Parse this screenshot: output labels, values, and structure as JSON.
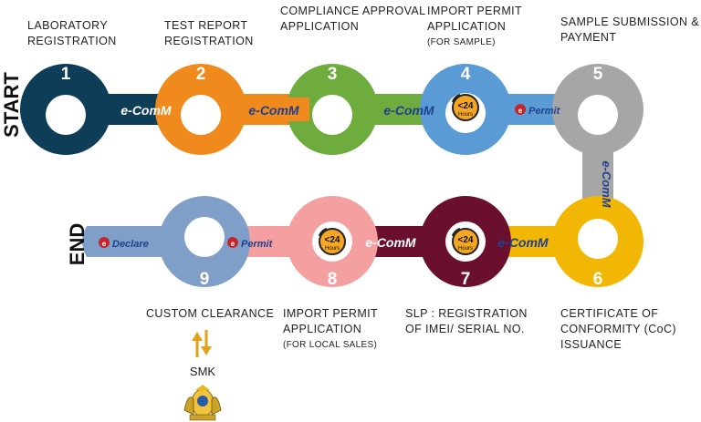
{
  "start_label": "START",
  "end_label": "END",
  "steps": [
    {
      "number": "1",
      "label_lines": [
        "LABORATORY",
        "REGISTRATION"
      ],
      "color": "#0e3d57"
    },
    {
      "number": "2",
      "label_lines": [
        "TEST REPORT",
        "REGISTRATION"
      ],
      "color": "#f08a1c"
    },
    {
      "number": "3",
      "label_lines": [
        "COMPLIANCE APPROVAL",
        "APPLICATION"
      ],
      "color": "#6fac3e"
    },
    {
      "number": "4",
      "label_lines": [
        "IMPORT PERMIT",
        "APPLICATION"
      ],
      "sub": "(FOR SAMPLE)",
      "color": "#5b9bd5"
    },
    {
      "number": "5",
      "label_lines": [
        "SAMPLE SUBMISSION &",
        "PAYMENT"
      ],
      "color": "#a6a6a6"
    },
    {
      "number": "6",
      "label_lines": [
        "CERTIFICATE OF",
        "CONFORMITY (CoC)",
        "ISSUANCE"
      ],
      "color": "#f2b705"
    },
    {
      "number": "7",
      "label_lines": [
        "SLP : REGISTRATION",
        "OF  IMEI/ SERIAL NO."
      ],
      "color": "#6b0f2f"
    },
    {
      "number": "8",
      "label_lines": [
        "IMPORT PERMIT",
        "APPLICATION"
      ],
      "sub": "(FOR LOCAL SALES)",
      "color": "#f4a0a0"
    },
    {
      "number": "9",
      "label_lines": [
        "CUSTOM CLEARANCE"
      ],
      "color": "#7f9fc9"
    }
  ],
  "connectors": {
    "ecomm": "e-ComM",
    "permit": "Permit",
    "declare": "Declare",
    "hours_main": "<24",
    "hours_sub": "Hours"
  },
  "smk": "SMK",
  "colors": {
    "ecomm_text": "#ffffff",
    "ecomm_blue": "#1f3f8f",
    "permit_red": "#c0282e",
    "clock_orange": "#f5a623",
    "arrow_gold": "#e0a21a"
  }
}
